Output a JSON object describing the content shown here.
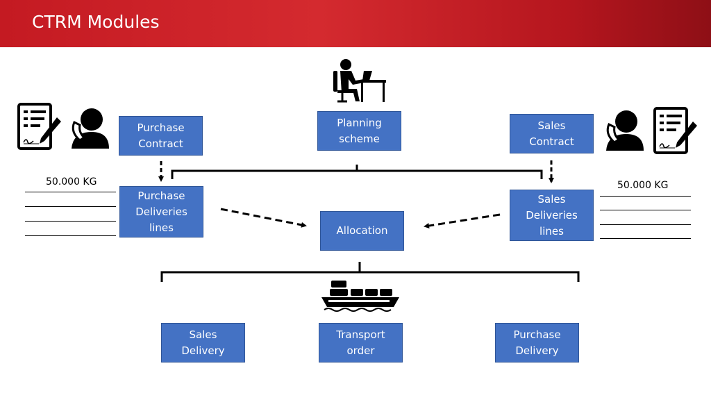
{
  "slide": {
    "title": "CTRM Modules"
  },
  "boxes": {
    "purchase_contract": "Purchase\nContract",
    "planning_scheme": "Planning\nscheme",
    "sales_contract": "Sales\nContract",
    "purchase_deliveries_lines": "Purchase\nDeliveries\nlines",
    "allocation": "Allocation",
    "sales_deliveries_lines": "Sales\nDeliveries\nlines",
    "sales_delivery": "Sales\nDelivery",
    "transport_order": "Transport\norder",
    "purchase_delivery": "Purchase\nDelivery"
  },
  "quantities": {
    "left": "50.000 KG",
    "right": "50.000 KG"
  },
  "icons": {
    "left_document": "contract-document-icon",
    "left_person": "person-on-phone-icon",
    "planner": "person-at-desk-icon",
    "right_person": "person-on-phone-icon",
    "right_document": "contract-document-icon",
    "ship": "cargo-ship-icon"
  },
  "colors": {
    "header": "#c41a22",
    "box_fill": "#4472c4",
    "box_border": "#2f5597"
  }
}
